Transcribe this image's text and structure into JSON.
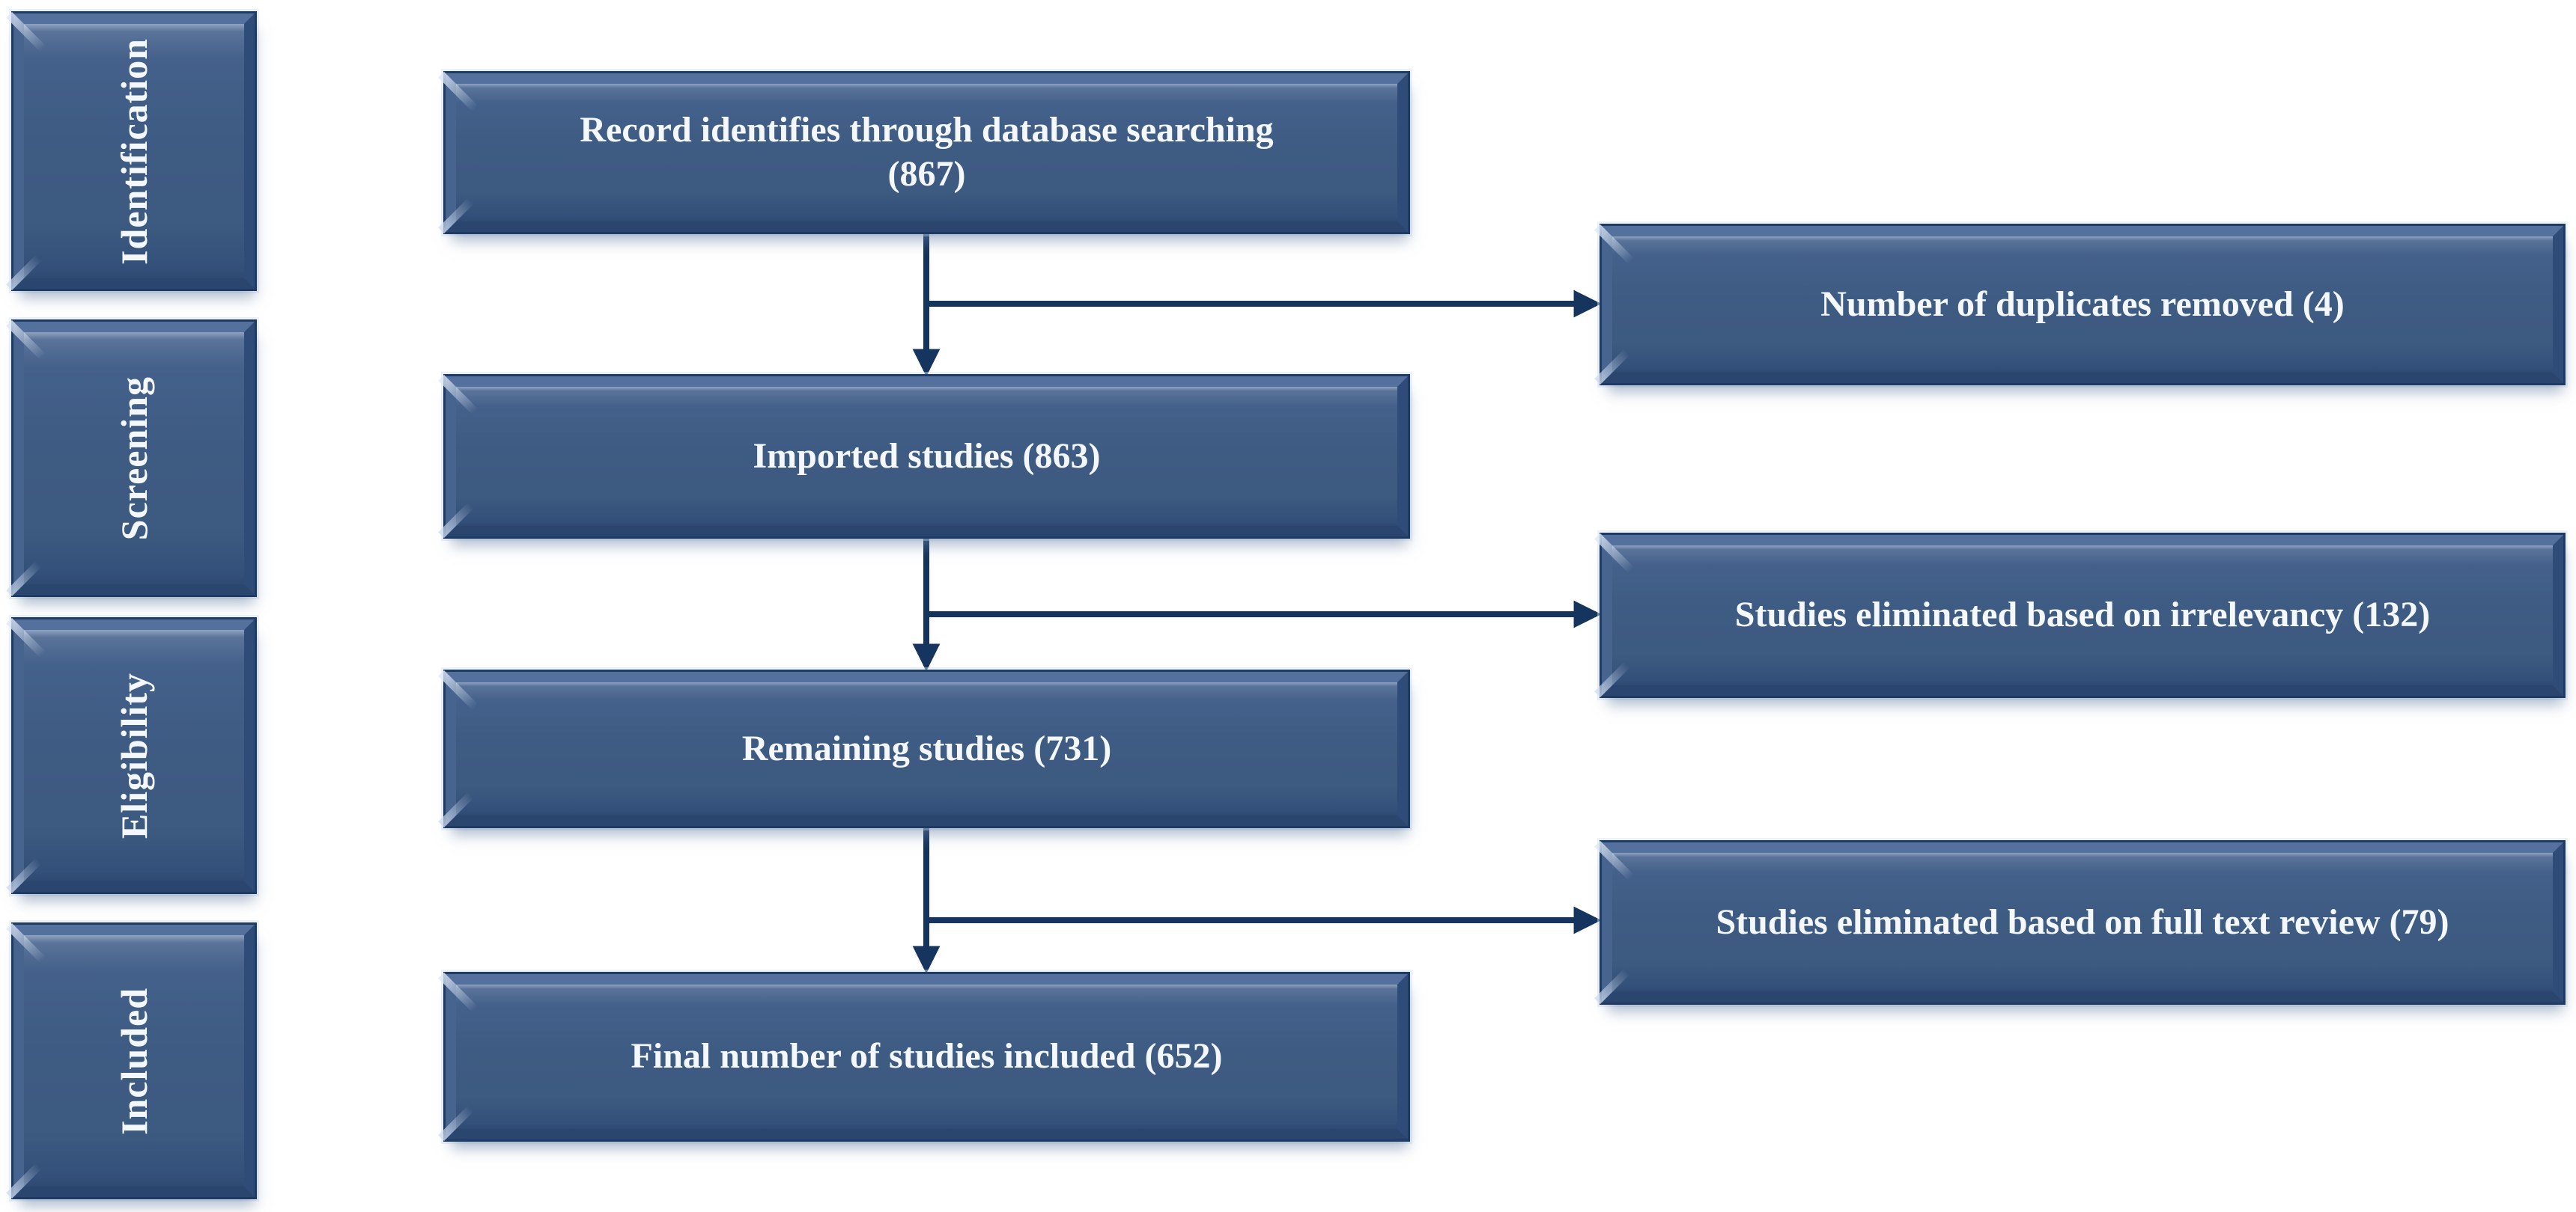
{
  "diagram_type": "study-selection-flowchart",
  "colors": {
    "background": "#ffffff",
    "box_fill": "#3d5a80",
    "box_fill_light": "#44618b",
    "box_fill_dark": "#2e4a72",
    "box_outline": "#1d3b64",
    "arrow": "#16355e",
    "text": "#f4f7fb"
  },
  "phases": [
    {
      "label": "Identification"
    },
    {
      "label": "Screening"
    },
    {
      "label": "Eligibility"
    },
    {
      "label": "Included"
    }
  ],
  "main_boxes": [
    {
      "text": "Record identifies through database searching (867)",
      "text_line1": "Record identifies through database searching",
      "text_line2": "(867)",
      "label": "Record identifies through database searching",
      "count": 867
    },
    {
      "text": "Imported studies (863)",
      "label": "Imported studies",
      "count": 863
    },
    {
      "text": "Remaining studies (731)",
      "label": "Remaining studies",
      "count": 731
    },
    {
      "text": "Final number of studies included (652)",
      "label": "Final number of studies included",
      "count": 652
    }
  ],
  "side_boxes": [
    {
      "text": "Number of duplicates removed (4)",
      "label": "Number of duplicates removed",
      "count": 4
    },
    {
      "text": "Studies eliminated based on irrelevancy (132)",
      "label": "Studies eliminated based on irrelevancy",
      "count": 132
    },
    {
      "text": "Studies eliminated based on full text review (79)",
      "label": "Studies eliminated based on full text review",
      "count": 79
    }
  ],
  "edges": [
    {
      "from": "Record identifies through database searching (867)",
      "to": "Imported studies (863)"
    },
    {
      "from": "Record identifies through database searching (867)",
      "to": "Number of duplicates removed (4)"
    },
    {
      "from": "Imported studies (863)",
      "to": "Remaining studies (731)"
    },
    {
      "from": "Imported studies (863)",
      "to": "Studies eliminated based on irrelevancy (132)"
    },
    {
      "from": "Remaining studies (731)",
      "to": "Final number of studies included (652)"
    },
    {
      "from": "Remaining studies (731)",
      "to": "Studies eliminated based on full text review (79)"
    }
  ]
}
